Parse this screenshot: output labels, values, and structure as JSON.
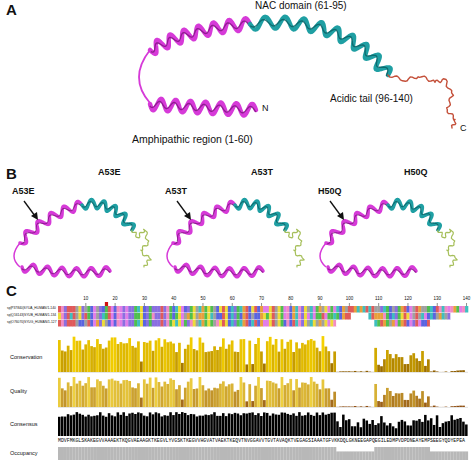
{
  "diagram": {
    "labels": [
      "A",
      "NAC domain (61-95)",
      "Acidic tail (96-140)",
      "C",
      "N",
      "Amphipathic region (1-60)",
      "B",
      "A53E",
      "A53E",
      "A53T",
      "A53T",
      "H50Q",
      "H50Q",
      "C",
      "sp|P37840|SYUA_HUMAN/1-140",
      "sp|Q16143|SYUB_HUMAN/1-134",
      "sp|O76070|SYUG_HUMAN/1-127",
      "10",
      "20",
      "30",
      "40",
      "50",
      "60",
      "70",
      "80",
      "90",
      "100",
      "110",
      "120",
      "130",
      "140",
      "Conservation",
      "Quality",
      "Consensus",
      "MDVFMKGLSKAKEGVVAAAEKTKQGVAEAAGKTKEGVLYVGSKTKEGVVHGVATVAEKTKEQVTNVGGAVVTGVTAVAQKTVEGAGSIAAATGFVKKDQLGKNEEGAPQEGILEDMPVDPDNEAYEMPSEEGYQDYEPEA",
      "Occupancy"
    ]
  }
}
